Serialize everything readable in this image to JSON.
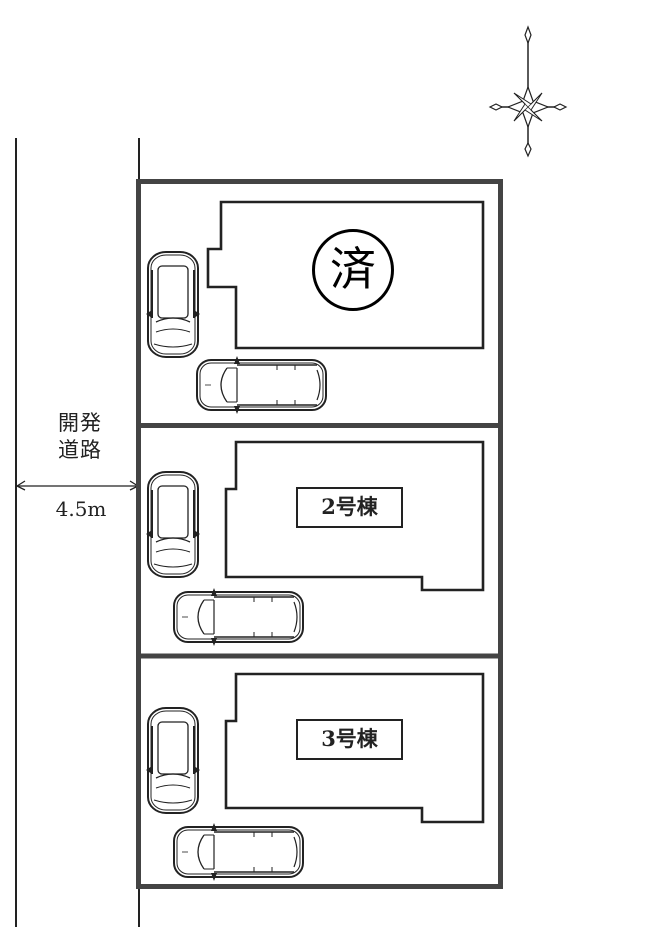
{
  "road": {
    "name_line1": "開発",
    "name_line2": "道路",
    "width": "4.5m"
  },
  "compass": {
    "icon": "compass-rose-icon"
  },
  "lots": [
    {
      "id": "lot-1",
      "label": "済",
      "status": "sold"
    },
    {
      "id": "lot-2",
      "label": "2号棟",
      "status": "available"
    },
    {
      "id": "lot-3",
      "label": "3号棟",
      "status": "available"
    }
  ],
  "colors": {
    "boundary": "#444444",
    "line": "#222222",
    "background": "#ffffff"
  }
}
